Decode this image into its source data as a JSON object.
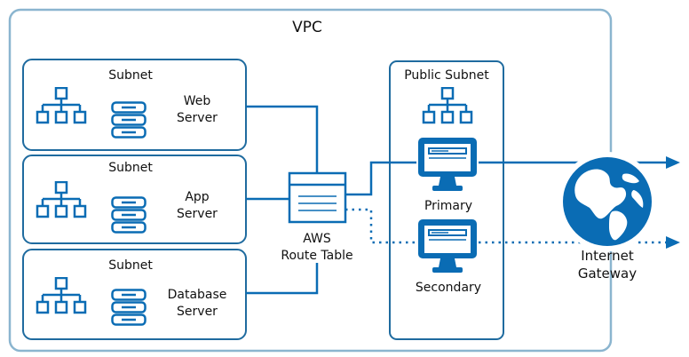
{
  "vpc": {
    "label": "VPC"
  },
  "subnets": [
    {
      "label": "Subnet",
      "server_line1": "Web",
      "server_line2": "Server"
    },
    {
      "label": "Subnet",
      "server_line1": "App",
      "server_line2": "Server"
    },
    {
      "label": "Subnet",
      "server_line1": "Database",
      "server_line2": "Server"
    }
  ],
  "route_table": {
    "line1": "AWS",
    "line2": "Route Table"
  },
  "public_subnet": {
    "label": "Public Subnet",
    "primary_label": "Primary",
    "secondary_label": "Secondary"
  },
  "internet_gateway": {
    "line1": "Internet",
    "line2": "Gateway"
  },
  "colors": {
    "accent": "#0a6cb4",
    "vpc_border": "#8bb5cf",
    "box_border": "#1f6b9f"
  }
}
